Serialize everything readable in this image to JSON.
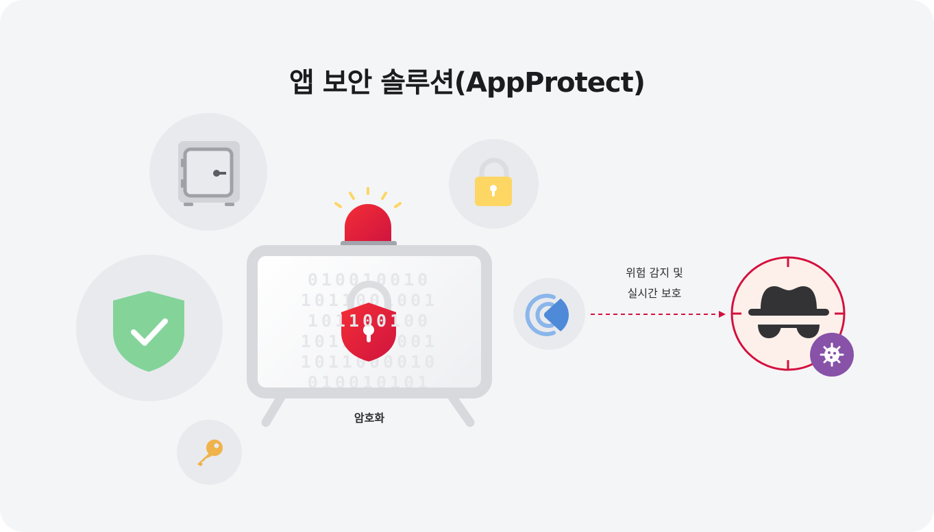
{
  "title": "앱 보안 솔루션(AppProtect)",
  "labels": {
    "encryption": "암호화",
    "detection_line1": "위험 감지 및",
    "detection_line2": "실시간 보호"
  },
  "binary_rows": [
    "010010010",
    "1011001001",
    "101100100",
    "1011001001",
    "1011000010",
    "010010101"
  ],
  "icons": [
    "safe-icon",
    "padlock-icon",
    "shield-check-icon",
    "key-icon",
    "alarm-siren-icon",
    "shield-lock-icon",
    "signal-icon",
    "hacker-icon",
    "virus-icon",
    "target-crosshair-icon"
  ],
  "colors": {
    "background": "#f4f5f7",
    "alert_red": "#e8213a",
    "shield_green": "#84d49a",
    "lock_yellow": "#fdd663",
    "signal_blue": "#4f8ad8",
    "target_red": "#d4103e",
    "virus_purple": "#8752a8"
  }
}
